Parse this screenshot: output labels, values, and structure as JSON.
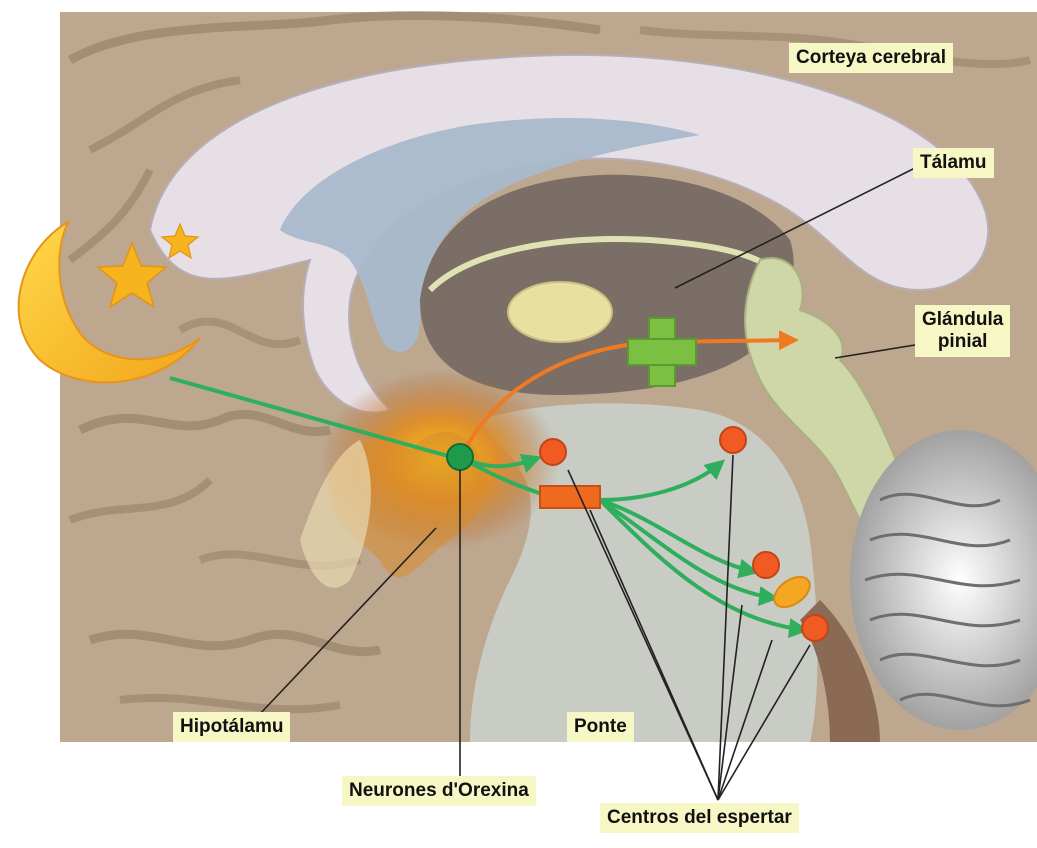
{
  "labels": {
    "corteya": "Corteya cerebral",
    "talamu": "Tálamu",
    "glandula_line1": "Glándula",
    "glandula_line2": "pinial",
    "hipotalamu": "Hipotálamu",
    "ponte": "Ponte",
    "orexina": "Neurones d'Orexina",
    "centros": "Centros del espertar"
  },
  "icons": {
    "moon": "crescent-moon-icon",
    "stars": "star-icon",
    "plus": "plus-icon",
    "minus": "minus-icon"
  },
  "colors": {
    "orexin_pathway": "#2fae5e",
    "excitation_arrow": "#f07a22",
    "plus_sign": "#7bc043",
    "minus_sign": "#ef6a1e",
    "label_background": "#f6f7c4"
  }
}
